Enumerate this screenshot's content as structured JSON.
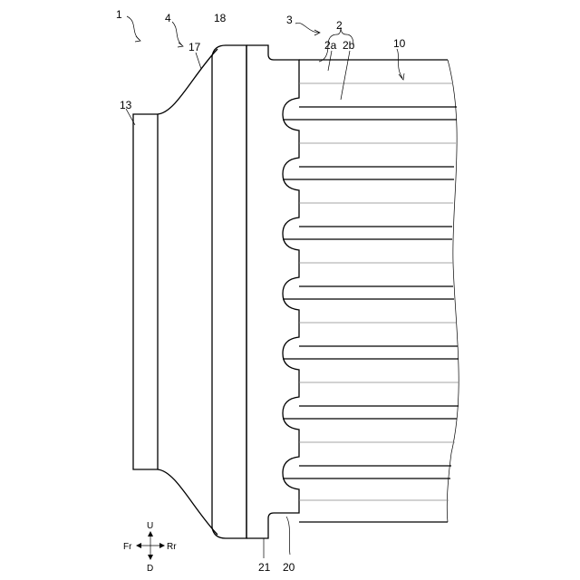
{
  "labels": {
    "l1": "1",
    "l4": "4",
    "l18": "18",
    "l17": "17",
    "l3": "3",
    "l2": "2",
    "l2a": "2a",
    "l2b": "2b",
    "l10": "10",
    "l13": "13",
    "l21": "21",
    "l20": "20"
  },
  "directions": {
    "up": "U",
    "down": "D",
    "front": "Fr",
    "rear": "Rr"
  }
}
